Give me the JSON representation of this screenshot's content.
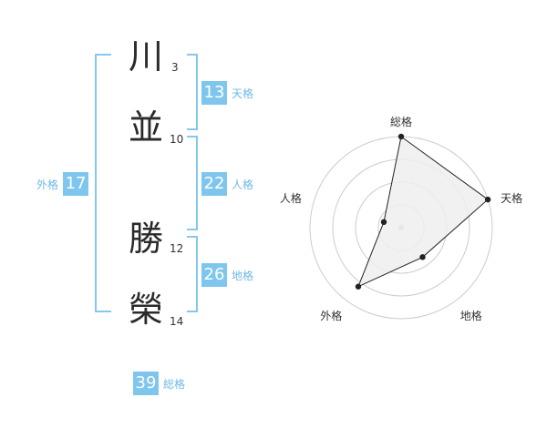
{
  "name": {
    "characters": [
      {
        "char": "川",
        "strokes": "3"
      },
      {
        "char": "並",
        "strokes": "10"
      },
      {
        "char": "勝",
        "strokes": "12"
      },
      {
        "char": "榮",
        "strokes": "14"
      }
    ]
  },
  "scores": {
    "tenkaku": {
      "value": "13",
      "label": "天格"
    },
    "jinkaku": {
      "value": "22",
      "label": "人格"
    },
    "chikaku": {
      "value": "26",
      "label": "地格"
    },
    "gaikaku": {
      "value": "17",
      "label": "外格"
    },
    "soukaku": {
      "value": "39",
      "label": "総格"
    }
  },
  "chart_data": {
    "type": "radar",
    "axes": [
      "総格",
      "天格",
      "地格",
      "外格",
      "人格"
    ],
    "values": [
      1.0,
      1.0,
      0.4,
      0.8,
      0.2
    ],
    "range": [
      0,
      1
    ],
    "rings": 4,
    "colors": {
      "fill": "#eeeeee",
      "line": "#222222",
      "grid": "#cccccc",
      "center": "#bbbbbb"
    }
  },
  "colors": {
    "accent": "#7fc6ee",
    "bracket": "#86c7ee",
    "label": "#6fb9e6"
  }
}
